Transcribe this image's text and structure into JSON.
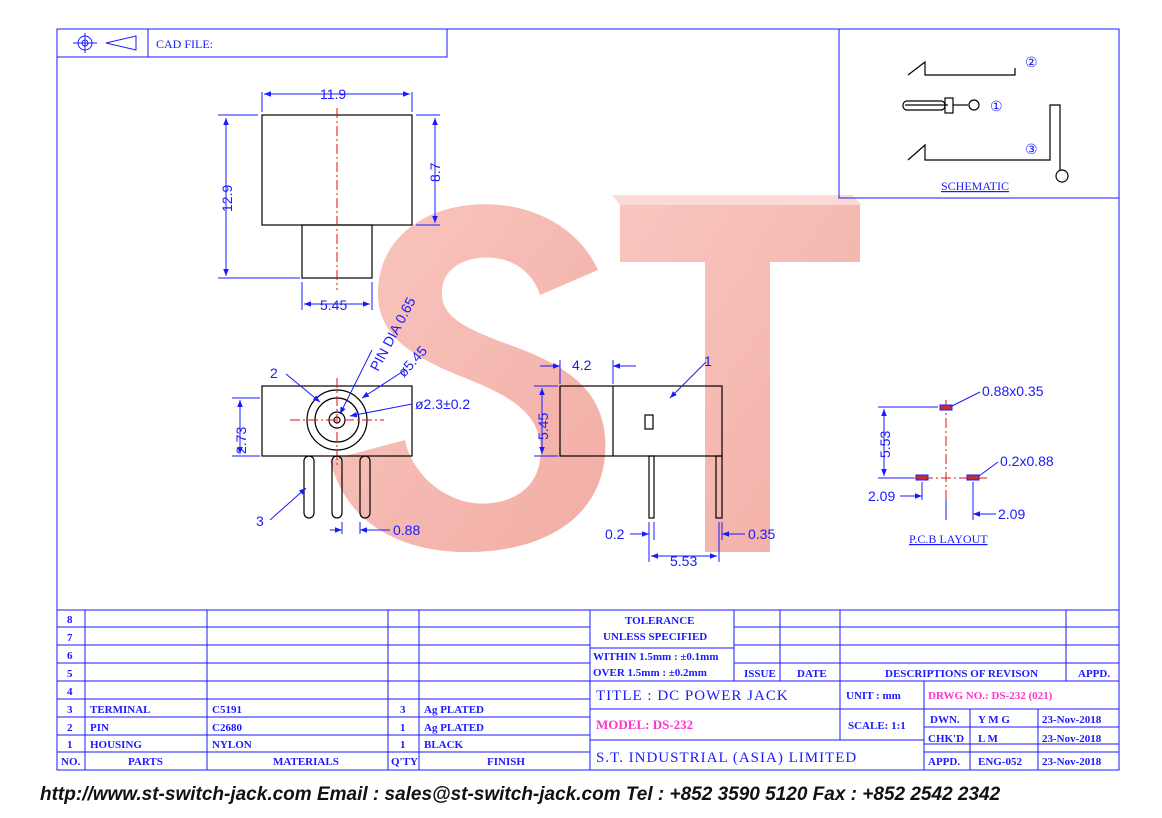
{
  "header": {
    "cad_label": "CAD FILE:"
  },
  "schematic": {
    "label": "SCHEMATIC",
    "pin1": "①",
    "pin2": "②",
    "pin3": "③"
  },
  "dims": {
    "top_width": "11.9",
    "top_height": "12.9",
    "top_body": "8.7",
    "top_stem": "5.45",
    "pin_dia": "PIN DIA 0.65",
    "outer_dia": "ø5.45",
    "inner_dia": "ø2.3±0.2",
    "front_h": "2.73",
    "pin_pitch": "0.88",
    "callout_1": "1",
    "callout_2": "2",
    "callout_3": "3",
    "side_w": "4.2",
    "side_h": "5.45",
    "pin_w1": "0.2",
    "pin_w2": "0.35",
    "pin_span": "5.53",
    "pcb_pad1": "0.88x0.35",
    "pcb_pad2": "0.2x0.88",
    "pcb_h": "5.53",
    "pcb_l": "2.09",
    "pcb_r": "2.09",
    "pcb_label": "P.C.B LAYOUT"
  },
  "logo_text": "ST",
  "bom": {
    "row_numbers": [
      "8",
      "7",
      "6",
      "5",
      "4"
    ],
    "rows": [
      {
        "no": "3",
        "part": "TERMINAL",
        "material": "C5191",
        "qty": "3",
        "finish": "Ag PLATED"
      },
      {
        "no": "2",
        "part": "PIN",
        "material": "C2680",
        "qty": "1",
        "finish": "Ag PLATED"
      },
      {
        "no": "1",
        "part": "HOUSING",
        "material": "NYLON",
        "qty": "1",
        "finish": "BLACK"
      }
    ],
    "headers": {
      "no": "NO.",
      "parts": "PARTS",
      "materials": "MATERIALS",
      "qty": "Q'TY",
      "finish": "FINISH"
    }
  },
  "tolerance": {
    "line1": "TOLERANCE",
    "line2": "UNLESS   SPECIFIED",
    "within": "WITHIN  1.5mm : ±0.1mm",
    "over": "OVER    1.5mm : ±0.2mm"
  },
  "revision": {
    "issue": "ISSUE",
    "date": "DATE",
    "desc": "DESCRIPTIONS  OF  REVISON",
    "appd": "APPD."
  },
  "title_block": {
    "title": "TITLE : DC POWER JACK",
    "unit": "UNIT :   mm",
    "drwg": "DRWG NO.: DS-232 (021)",
    "model": "MODEL: DS-232",
    "scale": "SCALE:  1:1",
    "company": "S.T.  INDUSTRIAL  (ASIA)  LIMITED",
    "dwn_label": "DWN.",
    "dwn": "Y M G",
    "dwn_date": "23-Nov-2018",
    "chkd_label": "CHK'D",
    "chkd": "L M",
    "chkd_date": "23-Nov-2018",
    "appd_label": "APPD.",
    "appd": "ENG-052",
    "appd_date": "23-Nov-2018"
  },
  "footer": "http://www.st-switch-jack.com  Email : sales@st-switch-jack.com  Tel : +852 3590 5120  Fax : +852 2542 2342",
  "colors": {
    "line": "#1a1aff",
    "accent": "#ff33cc",
    "watermark": "#f4a9a0",
    "center": "#e01010"
  }
}
